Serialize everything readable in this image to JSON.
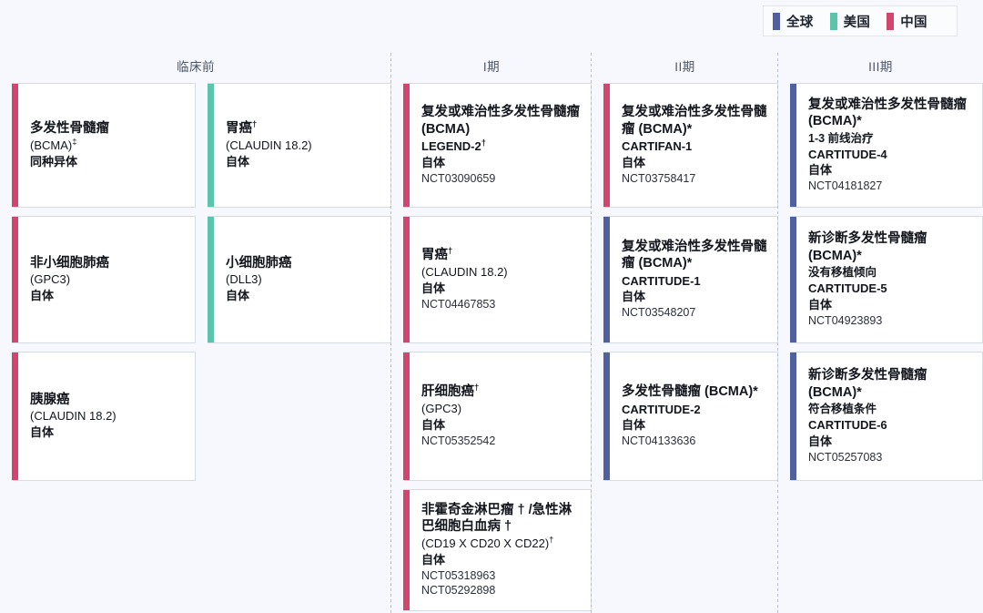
{
  "legend": {
    "items": [
      {
        "label": "全球",
        "color": "#4f5fa0",
        "swatch_name": "legend-swatch-global"
      },
      {
        "label": "美国",
        "color": "#5bc4ab",
        "swatch_name": "legend-swatch-us"
      },
      {
        "label": "中国",
        "color": "#d2466d",
        "swatch_name": "legend-swatch-china"
      }
    ]
  },
  "colors": {
    "global": "#4f5fa0",
    "us": "#5bc4ab",
    "china": "#d2466d",
    "background": "#f7f8fd",
    "card_bg": "#ffffff",
    "card_border": "#d6dbe8",
    "header_text": "#4a5568"
  },
  "columns": [
    {
      "header": "临床前",
      "groups": [
        {
          "cards": [
            {
              "title": "多发性骨髓瘤",
              "title_sup": "",
              "target": "(BCMA)",
              "target_sup": "‡",
              "source": "同种异体",
              "trial": "",
              "note": "",
              "nct": [],
              "region": "china",
              "height": 137
            },
            {
              "title": "非小细胞肺癌",
              "title_sup": "",
              "target": "(GPC3)",
              "target_sup": "",
              "source": "自体",
              "trial": "",
              "note": "",
              "nct": [],
              "region": "china",
              "height": 140
            },
            {
              "title": "胰腺癌",
              "title_sup": "",
              "target": "(CLAUDIN 18.2)",
              "target_sup": "",
              "source": "自体",
              "trial": "",
              "note": "",
              "nct": [],
              "region": "china",
              "height": 142
            }
          ]
        },
        {
          "cards": [
            {
              "title": "胃癌",
              "title_sup": "†",
              "target": "(CLAUDIN 18.2)",
              "target_sup": "",
              "source": "自体",
              "trial": "",
              "note": "",
              "nct": [],
              "region": "us",
              "height": 137
            },
            {
              "title": "小细胞肺癌",
              "title_sup": "",
              "target": "(DLL3)",
              "target_sup": "",
              "source": "自体",
              "trial": "",
              "note": "",
              "nct": [],
              "region": "us",
              "height": 140
            }
          ]
        }
      ]
    },
    {
      "header": "I期",
      "groups": [
        {
          "cards": [
            {
              "title": "复发或难治性多发性骨髓瘤 (BCMA)",
              "title_sup": "",
              "target": "",
              "target_sup": "",
              "trial": "LEGEND-2",
              "trial_sup": "†",
              "note": "",
              "source": "自体",
              "nct": [
                "NCT03090659"
              ],
              "region": "china",
              "height": 137
            },
            {
              "title": "胃癌",
              "title_sup": "†",
              "target": "(CLAUDIN 18.2)",
              "target_sup": "",
              "trial": "",
              "note": "",
              "source": "自体",
              "nct": [
                "NCT04467853"
              ],
              "region": "china",
              "height": 140
            },
            {
              "title": "肝细胞癌",
              "title_sup": "†",
              "target": "(GPC3)",
              "target_sup": "",
              "trial": "",
              "note": "",
              "source": "自体",
              "nct": [
                "NCT05352542"
              ],
              "region": "china",
              "height": 142
            },
            {
              "title": "非霍奇金淋巴瘤 † /急性淋巴细胞白血病 †",
              "title_sup": "",
              "target": "(CD19 X CD20 X CD22)",
              "target_sup": "†",
              "trial": "",
              "note": "",
              "source": "自体",
              "nct": [
                "NCT05318963",
                "NCT05292898"
              ],
              "region": "china",
              "height": 134
            }
          ]
        }
      ]
    },
    {
      "header": "II期",
      "groups": [
        {
          "cards": [
            {
              "title": "复发或难治性多发性骨髓瘤 (BCMA)*",
              "title_sup": "",
              "target": "",
              "target_sup": "",
              "trial": "CARTIFAN-1",
              "trial_sup": "",
              "note": "",
              "source": "自体",
              "nct": [
                "NCT03758417"
              ],
              "region": "china",
              "height": 137
            },
            {
              "title": "复发或难治性多发性骨髓瘤 (BCMA)*",
              "title_sup": "",
              "target": "",
              "target_sup": "",
              "trial": "CARTITUDE-1",
              "trial_sup": "",
              "note": "",
              "source": "自体",
              "nct": [
                "NCT03548207"
              ],
              "region": "global",
              "height": 140
            },
            {
              "title": "多发性骨髓瘤 (BCMA)*",
              "title_sup": "",
              "target": "",
              "target_sup": "",
              "trial": "CARTITUDE-2",
              "trial_sup": "",
              "note": "",
              "source": "自体",
              "nct": [
                "NCT04133636"
              ],
              "region": "global",
              "height": 142
            }
          ]
        }
      ]
    },
    {
      "header": "III期",
      "groups": [
        {
          "cards": [
            {
              "title": "复发或难治性多发性骨髓瘤(BCMA)*",
              "title_sup": "",
              "target": "",
              "target_sup": "",
              "note": "1-3 前线治疗",
              "trial": "CARTITUDE-4",
              "trial_sup": "",
              "source": "自体",
              "nct": [
                "NCT04181827"
              ],
              "region": "global",
              "height": 137
            },
            {
              "title": "新诊断多发性骨髓瘤 (BCMA)*",
              "title_sup": "",
              "target": "",
              "target_sup": "",
              "note": "没有移植倾向",
              "trial": "CARTITUDE-5",
              "trial_sup": "",
              "source": "自体",
              "nct": [
                "NCT04923893"
              ],
              "region": "global",
              "height": 140
            },
            {
              "title": "新诊断多发性骨髓瘤 (BCMA)*",
              "title_sup": "",
              "target": "",
              "target_sup": "",
              "note": "符合移植条件",
              "trial": "CARTITUDE-6",
              "trial_sup": "",
              "source": "自体",
              "nct": [
                "NCT05257083"
              ],
              "region": "global",
              "height": 142
            }
          ]
        }
      ]
    }
  ]
}
